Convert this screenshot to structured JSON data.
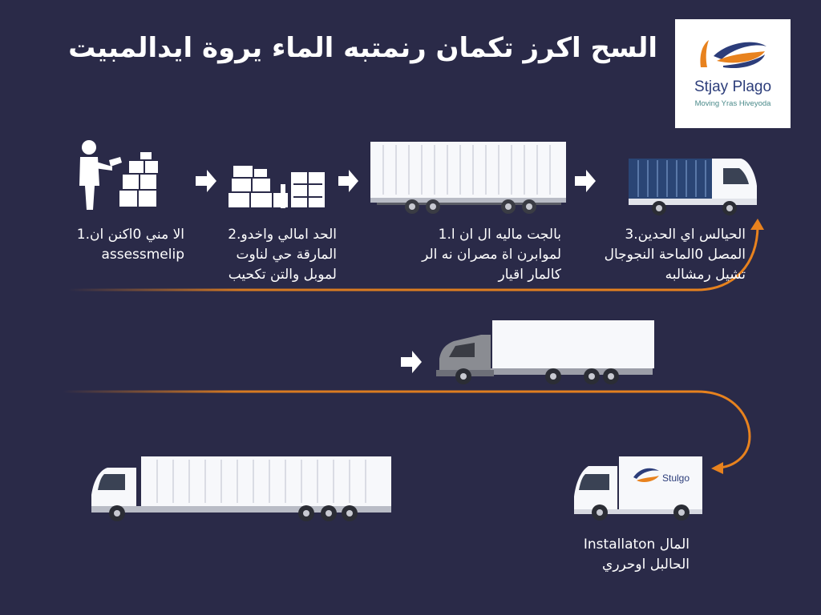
{
  "title": "السح اكرز تكمان رنمتبه الماء يروة ايدالمبيت",
  "logo": {
    "name": "Stjay Plago",
    "tagline": "Moving Yras Hiveyoda",
    "truck_brand": "Stulgo"
  },
  "steps": [
    {
      "lines": [
        "الا مني 0اكنن ان.1",
        "assessmelip"
      ]
    },
    {
      "lines": [
        "الحد امالي واخدو.2",
        "المارقة  حي  لناوت",
        "لموبل والتن تكحيب"
      ]
    },
    {
      "lines": [
        "بالجت ماليه ال ان ا.1",
        "لموابرن اة مصران نه الر",
        "كالمار اقيار"
      ]
    },
    {
      "lines": [
        "الحيالس اي الحدين.3",
        "المصل 0الماحة النجوجال",
        "تشيل رمشالبه"
      ]
    },
    {
      "lines": [
        "المال Installaton",
        "الحالبل اوحرري"
      ]
    }
  ],
  "colors": {
    "background": "#2a2a48",
    "accent_orange": "#e8821e",
    "logo_navy": "#2c3d7a",
    "container_blue": "#2a4575",
    "truck_white": "#f7f8fb",
    "cab_gray": "#8a8c92"
  },
  "icons": [
    "worker-icon",
    "box-stack-icon",
    "packing-materials-icon",
    "trailer-icon",
    "loaded-truck-icon",
    "semi-truck-icon",
    "long-truck-icon",
    "delivery-van-icon",
    "step-arrow-icon",
    "flow-curve-icon"
  ]
}
